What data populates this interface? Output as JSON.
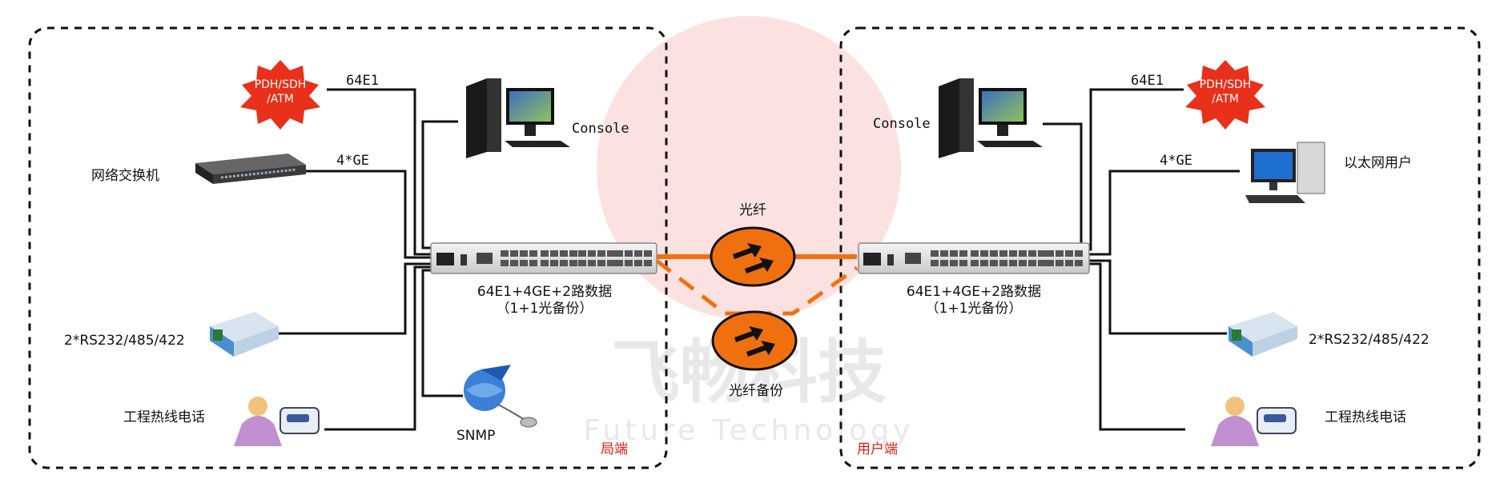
{
  "watermark": {
    "brand_cn": "飞畅科技",
    "brand_en": "Future Technology"
  },
  "left": {
    "zone_label": "局端",
    "pdh_badge": [
      "PDH/SDH",
      "/ATM"
    ],
    "e1_label": "64E1",
    "ge_label": "4*GE",
    "switch_label": "网络交换机",
    "console_label": "Console",
    "serial_label": "2*RS232/485/422",
    "phone_label": "工程热线电话",
    "snmp_label": "SNMP",
    "device_caption": [
      "64E1+4GE+2路数据",
      "（1+1光备份）"
    ]
  },
  "right": {
    "zone_label": "用户端",
    "pdh_badge": [
      "PDH/SDH",
      "/ATM"
    ],
    "e1_label": "64E1",
    "ge_label": "4*GE",
    "ethernet_user_label": "以太网用户",
    "console_label": "Console",
    "serial_label": "2*RS232/485/422",
    "phone_label": "工程热线电话",
    "device_caption": [
      "64E1+4GE+2路数据",
      "（1+1光备份）"
    ]
  },
  "links": {
    "fiber_label": "光纤",
    "fiber_backup_label": "光纤备份"
  },
  "colors": {
    "fiber": "#f07010",
    "badge": "#e8301a",
    "zone_label": "#e02010",
    "line": "#111111"
  }
}
